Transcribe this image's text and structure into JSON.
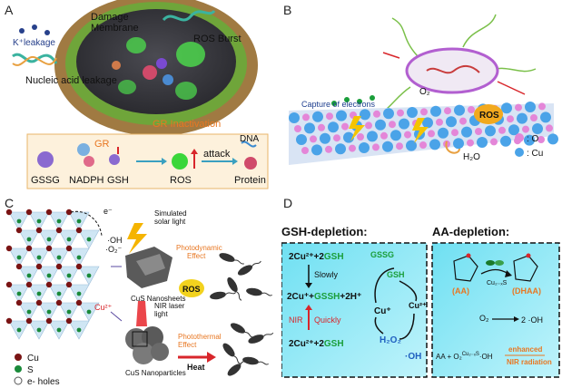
{
  "panel_a": {
    "label": "A",
    "damage_membrane": "Damage\nMembrane",
    "ros_burst": "ROS Burst",
    "k_leakage": "K⁺leakage",
    "nucleic_acid_leakage": "Nucleic acid leakage",
    "gr_inactivation": "GR Inactivation",
    "box": {
      "gssg": "GSSG",
      "gr": "GR",
      "nadph": "NADPH",
      "gsh": "GSH",
      "ros": "ROS",
      "attack": "attack",
      "dna": "DNA",
      "protein": "Protein"
    }
  },
  "panel_b": {
    "label": "B",
    "capture_of_electrons": "Capture of electrons",
    "o2": "O₂",
    "ros": "ROS",
    "h2o": "H₂O",
    "legend_o": ": O",
    "legend_cu": ": Cu"
  },
  "panel_c": {
    "label": "C",
    "e_minus": "e⁻",
    "oh": "·OH",
    "o2_radical": "·O₂⁻",
    "cu2_plus": "Cu²⁺",
    "simulated_solar_light": "Simulated\nsolar light",
    "photodynamic_effect": "Photodynamic\nEffect",
    "ros": "ROS",
    "cus_nanosheets": "CuS Nanosheets",
    "nir_laser_light": "NIR laser\nlight",
    "photothermal_effect": "Photothermal\nEffect",
    "heat": "Heat",
    "cus_nanoparticles": "CuS Nanoparticles",
    "legend": {
      "cu": "Cu",
      "s": "S",
      "holes": "e- holes"
    }
  },
  "panel_d": {
    "label": "D",
    "gsh_depletion": {
      "title": "GSH-depletion:",
      "top_eq": {
        "left": "2Cu²⁺+2",
        "gsh": "GSH"
      },
      "slowly": "Slowly",
      "mid_eq": {
        "left": "2Cu⁺+",
        "gssh": "GSSH",
        "right": "+2H⁺"
      },
      "nir": "NIR",
      "quickly": "Quickly",
      "bottom_eq": {
        "left": "2Cu²⁺+2",
        "gsh": "GSH"
      },
      "gssg": "GSSG",
      "gsh": "GSH",
      "cu_plus": "Cu⁺",
      "cu2_plus": "Cu²⁺",
      "h2o2": "H₂O₂",
      "oh": "·OH"
    },
    "aa_depletion": {
      "title": "AA-depletion:",
      "aa": "(AA)",
      "dhaa": "(DHAA)",
      "catalyst": "Cu₂₋ₓS",
      "o2": "O₂",
      "oh": "2 ·OH",
      "bottom_left": "AA + O₂",
      "bottom_catalyst": "Cu₂₋ₓS",
      "bottom_oh": "·OH",
      "enhanced": "enhanced",
      "nir_radiation": "NIR radiation"
    }
  },
  "colors": {
    "orange": "#e87722",
    "red": "#d8262b",
    "green": "#1a9e3a",
    "blue": "#1f5fbf",
    "cyan": "#4fd3ec",
    "cu_blue": "#4aa3e8",
    "o_pink": "#e486d8",
    "cu_dark": "#7a1414"
  }
}
